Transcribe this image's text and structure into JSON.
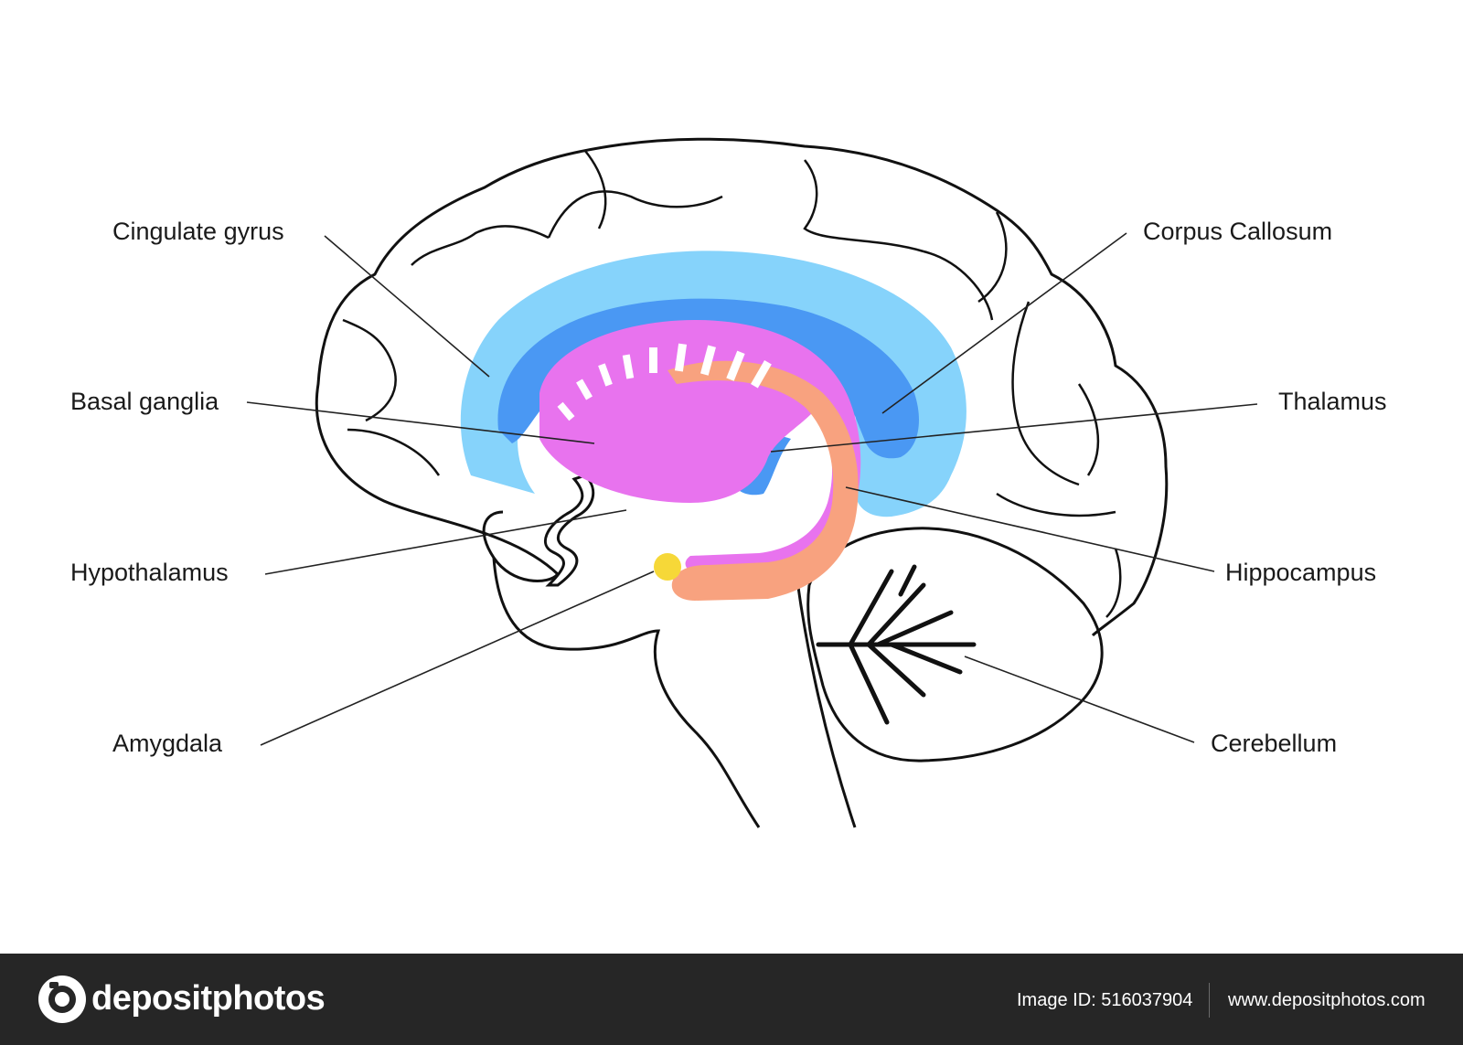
{
  "labels": {
    "cingulate_gyrus": "Cingulate gyrus",
    "basal_ganglia": "Basal ganglia",
    "hypothalamus": "Hypothalamus",
    "amygdala": "Amygdala",
    "corpus_callosum": "Corpus Callosum",
    "thalamus": "Thalamus",
    "hippocampus": "Hippocampus",
    "cerebellum": "Cerebellum"
  },
  "colors": {
    "cingulate_gyrus": "#86d3fb",
    "corpus_callosum": "#4a98f3",
    "basal_ganglia": "#e873ee",
    "hippocampus": "#f8a27f",
    "amygdala": "#f6d838",
    "outline": "#111111",
    "footer_bg": "#262626"
  },
  "footer": {
    "logo_icon": "camera-icon",
    "logo_text": "depositphotos",
    "image_id": "Image ID: 516037904",
    "site_url": "www.depositphotos.com"
  }
}
